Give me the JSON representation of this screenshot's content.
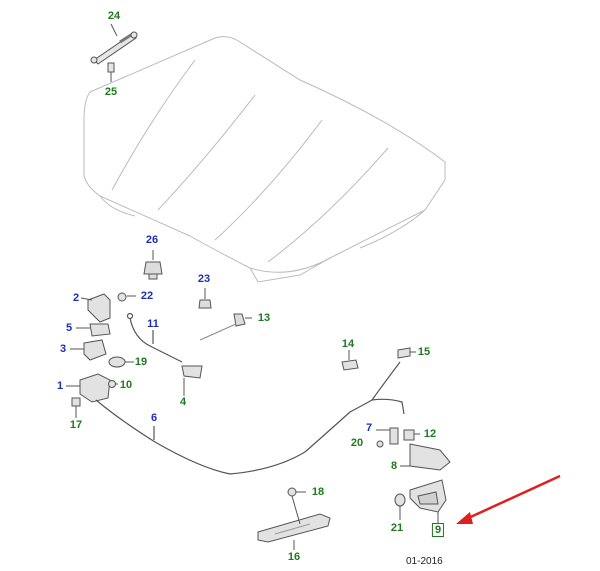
{
  "colors": {
    "green_label": "#1f7a1f",
    "blue_label": "#1f2fb4",
    "line": "#555555",
    "ghost_line": "#bbbbbb",
    "pointer_arrow": "#e02020"
  },
  "callouts": {
    "c1": "1",
    "c2": "2",
    "c3": "3",
    "c4": "4",
    "c5": "5",
    "c6": "6",
    "c7": "7",
    "c8": "8",
    "c9": "9",
    "c10": "10",
    "c11": "11",
    "c12": "12",
    "c13": "13",
    "c14": "14",
    "c15": "15",
    "c16": "16",
    "c17": "17",
    "c18": "18",
    "c19": "19",
    "c20": "20",
    "c21": "21",
    "c22": "22",
    "c23": "23",
    "c24": "24",
    "c25": "25",
    "c26": "26"
  },
  "date_code": "01-2016"
}
